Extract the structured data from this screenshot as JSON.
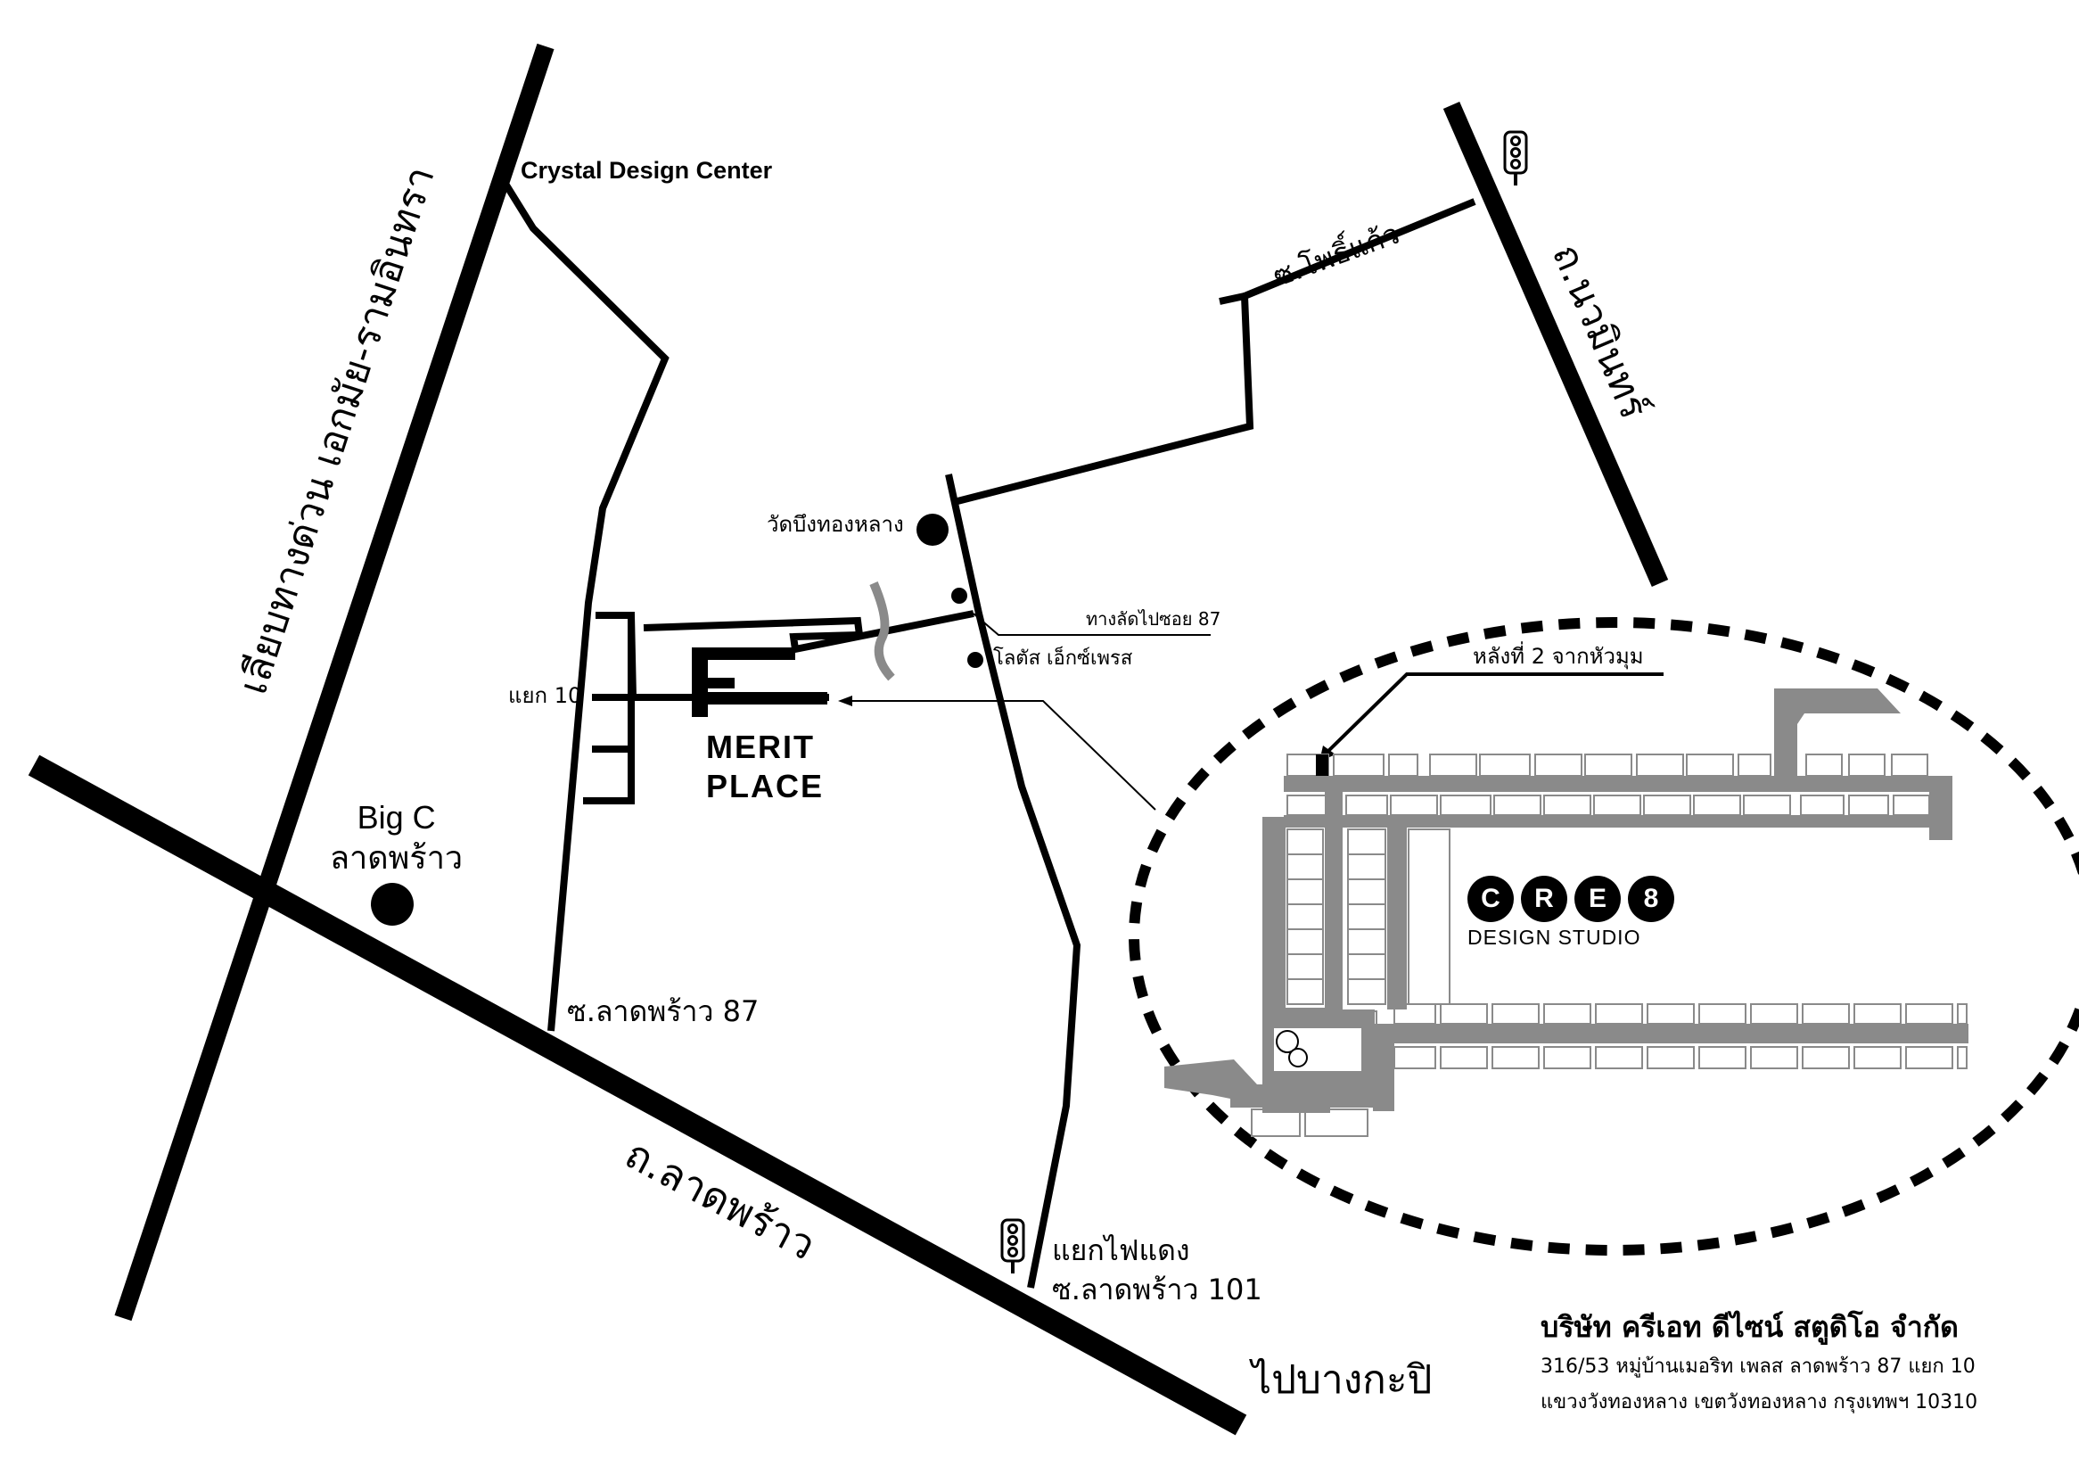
{
  "labels": {
    "crystal_design_center": "Crystal Design Center",
    "expressway": "เลียบทางด่วน เอกมัย-รามอินทรา",
    "soi_phokaew": "ซ.โพธิ์แก้ว",
    "nawamin_road": "ถ.นวมินทร์",
    "wat_bueng_thonglang": "วัดบึงทองหลาง",
    "shortcut_soi87": "ทางลัดไปซอย 87",
    "lotus_express": "โลตัส เอ็กซ์เพรส",
    "yaek10": "แยก 10",
    "merit_place_line1": "MERIT",
    "merit_place_line2": "PLACE",
    "big_c_line1": "Big C",
    "big_c_line2": "ลาดพร้าว",
    "soi_ladprao87": "ซ.ลาดพร้าว 87",
    "ladprao_road": "ถ.ลาดพร้าว",
    "traffic_light_line1": "แยกไฟแดง",
    "traffic_light_line2": "ซ.ลาดพร้าว 101",
    "to_bangkapi": "ไปบางกะปิ",
    "second_house": "หลังที่ 2 จากหัวมุม"
  },
  "logo": {
    "letters": [
      "C",
      "R",
      "E",
      "8"
    ],
    "subtitle": "DESIGN STUDIO"
  },
  "company": {
    "name": "บริษัท ครีเอท ดีไซน์ สตูดิโอ จำกัด",
    "address_line1": "316/53 หมู่บ้านเมอริท เพลส ลาดพร้าว 87 แยก 10",
    "address_line2": "แขวงวังทองหลาง เขตวังทองหลาง กรุงเทพฯ 10310"
  },
  "icons": [
    "traffic-light-icon",
    "landmark-dot-icon"
  ],
  "colors": {
    "ink": "#000000",
    "road_gray": "#8a8a8a",
    "background": "#ffffff"
  }
}
